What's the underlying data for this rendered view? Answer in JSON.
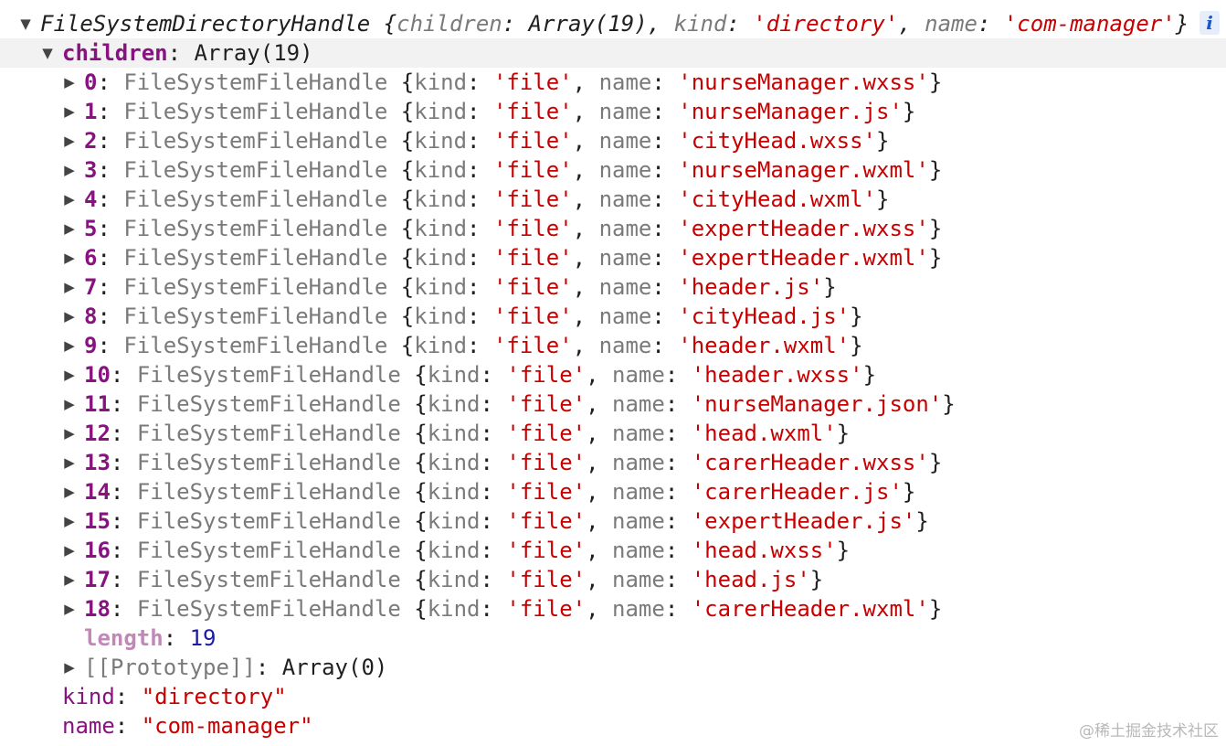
{
  "root": {
    "class_name": "FileSystemDirectoryHandle",
    "preview_open": "{",
    "k_children": "children",
    "v_children": "Array(19)",
    "k_kind": "kind",
    "v_kind": "'directory'",
    "k_name": "name",
    "v_name": "'com-manager'",
    "preview_close": "}",
    "info_icon": "i"
  },
  "children": {
    "label": "children",
    "value": "Array(19)",
    "items": [
      {
        "index": "0",
        "name": "'nurseManager.wxss'"
      },
      {
        "index": "1",
        "name": "'nurseManager.js'"
      },
      {
        "index": "2",
        "name": "'cityHead.wxss'"
      },
      {
        "index": "3",
        "name": "'nurseManager.wxml'"
      },
      {
        "index": "4",
        "name": "'cityHead.wxml'"
      },
      {
        "index": "5",
        "name": "'expertHeader.wxss'"
      },
      {
        "index": "6",
        "name": "'expertHeader.wxml'"
      },
      {
        "index": "7",
        "name": "'header.js'"
      },
      {
        "index": "8",
        "name": "'cityHead.js'"
      },
      {
        "index": "9",
        "name": "'header.wxml'"
      },
      {
        "index": "10",
        "name": "'header.wxss'"
      },
      {
        "index": "11",
        "name": "'nurseManager.json'"
      },
      {
        "index": "12",
        "name": "'head.wxml'"
      },
      {
        "index": "13",
        "name": "'carerHeader.wxss'"
      },
      {
        "index": "14",
        "name": "'carerHeader.js'"
      },
      {
        "index": "15",
        "name": "'expertHeader.js'"
      },
      {
        "index": "16",
        "name": "'head.wxss'"
      },
      {
        "index": "17",
        "name": "'head.js'"
      },
      {
        "index": "18",
        "name": "'carerHeader.wxml'"
      }
    ],
    "item_class": "FileSystemFileHandle",
    "item_kind_key": "kind",
    "item_kind_value": "'file'",
    "item_name_key": "name",
    "length_key": "length",
    "length_value": "19",
    "prototype_key": "[[Prototype]]",
    "prototype_value": "Array(0)"
  },
  "props": {
    "kind_key": "kind",
    "kind_value": "\"directory\"",
    "name_key": "name",
    "name_value": "\"com-manager\""
  },
  "watermark": "@稀土掘金技术社区",
  "colors": {
    "key": "#881280",
    "string": "#c80000",
    "number": "#1a1aa6",
    "dim": "#7a7a7a"
  }
}
